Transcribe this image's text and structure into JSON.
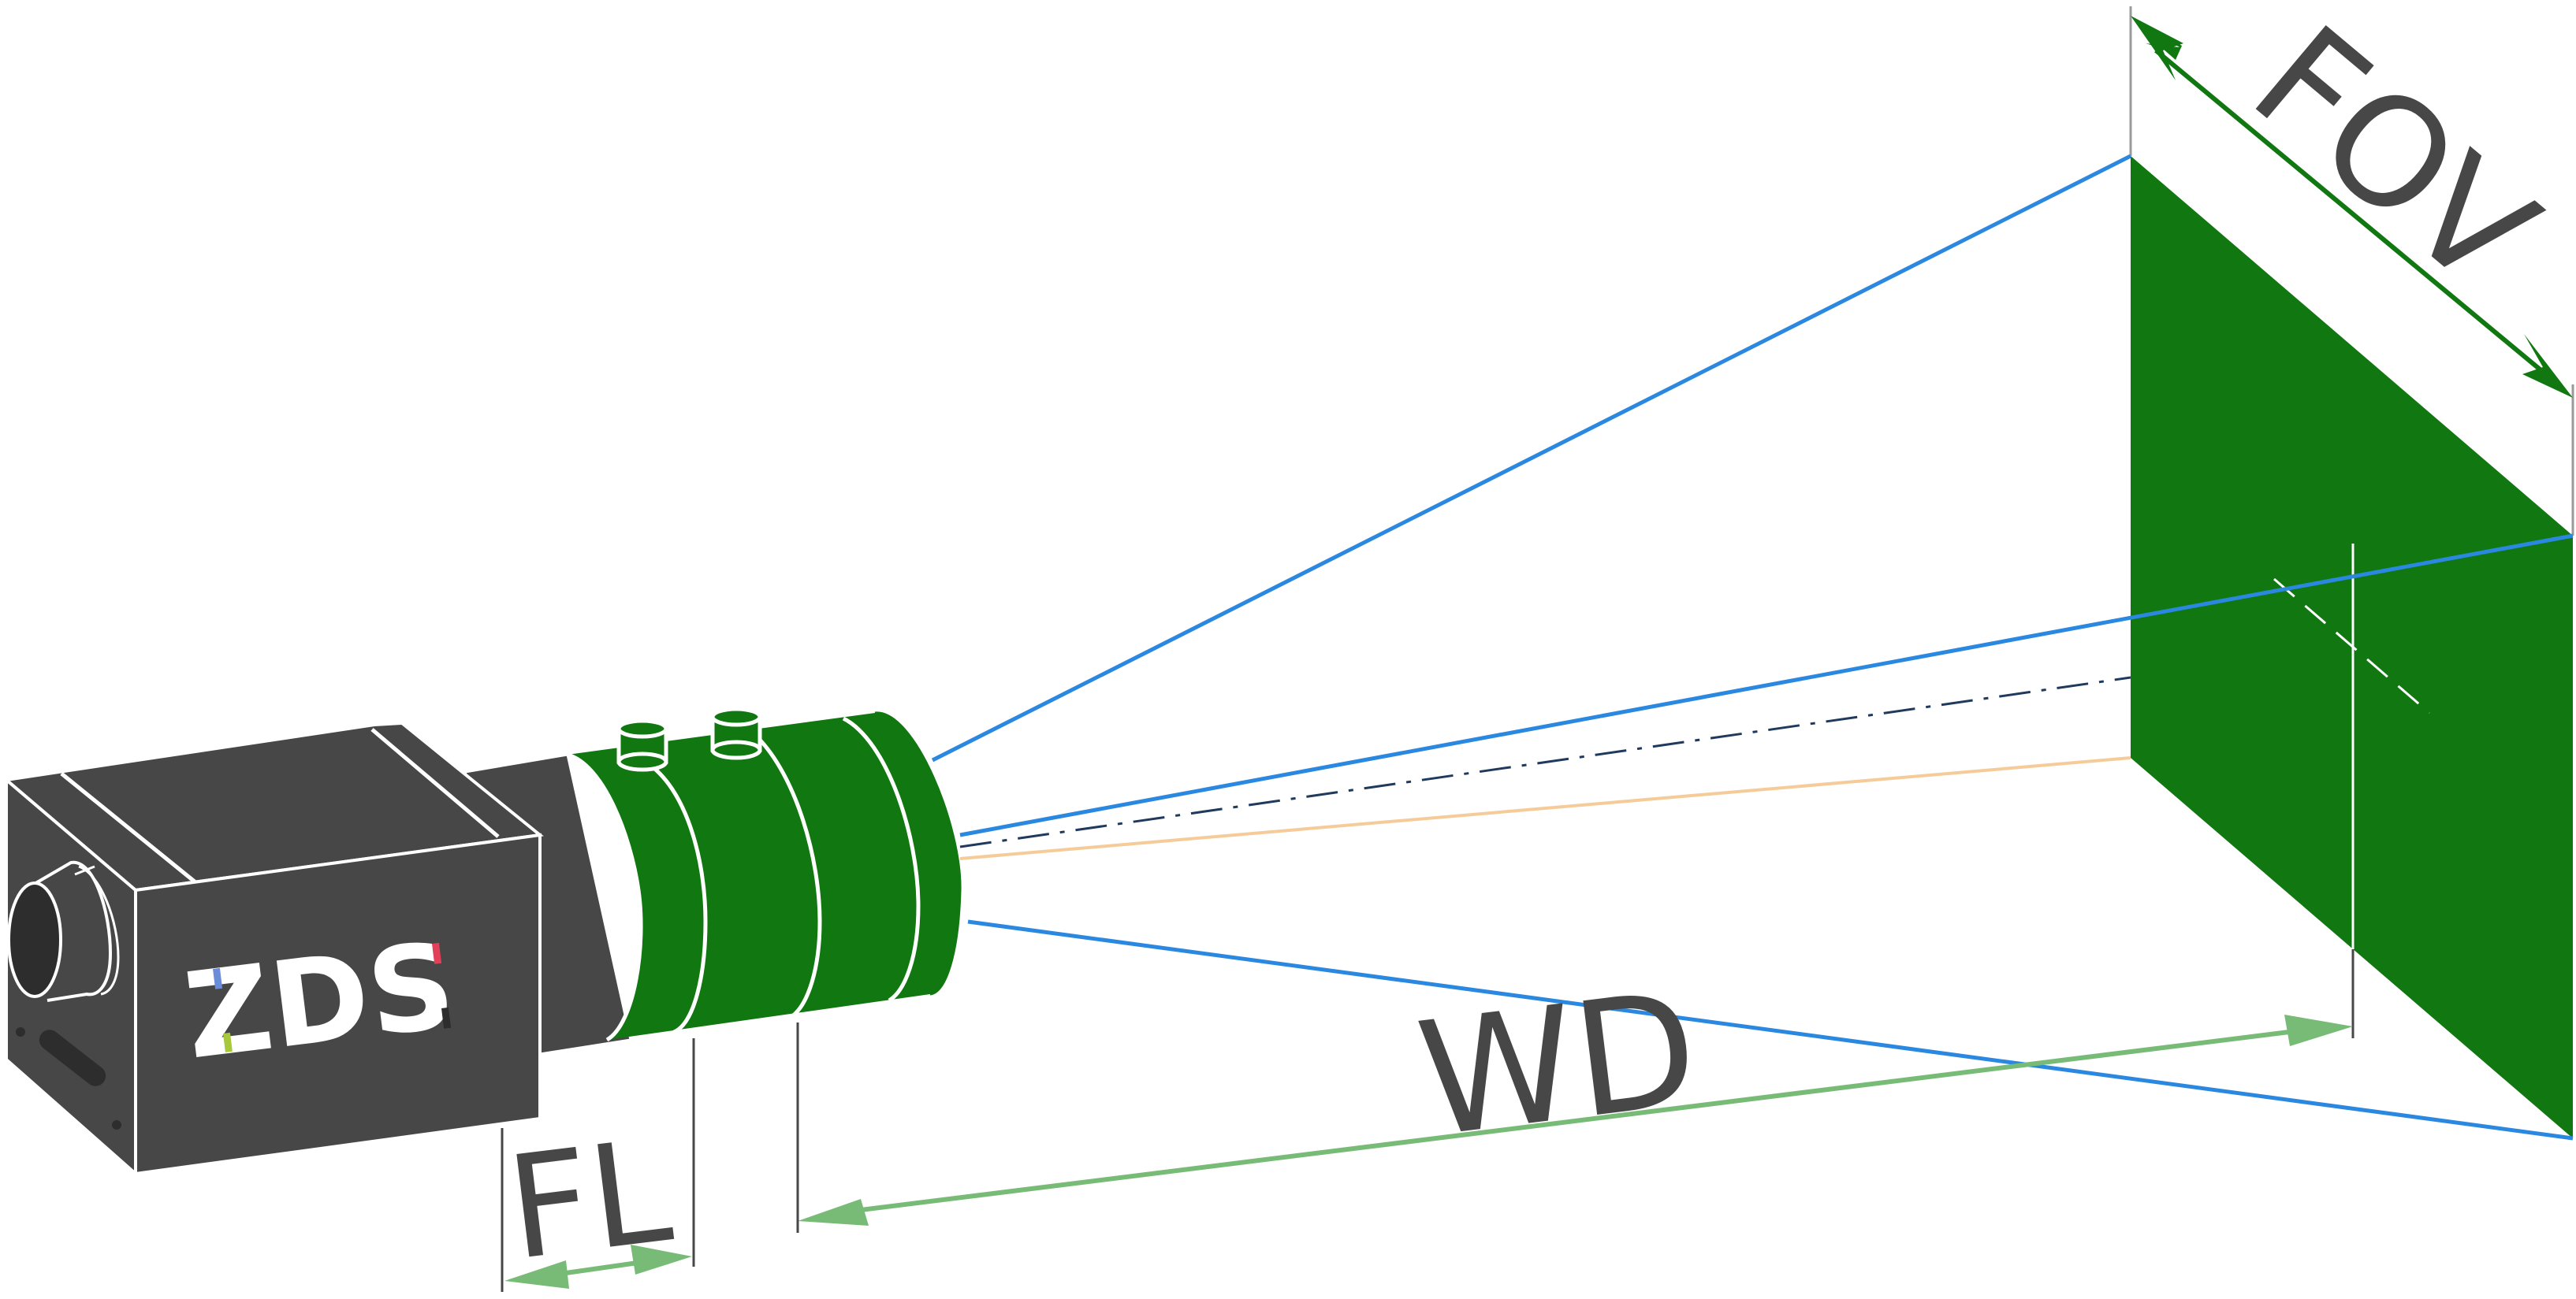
{
  "labels": {
    "fov": "FOV",
    "wd": "WD",
    "fl": "FL"
  },
  "camera": {
    "brand": "ZDS"
  },
  "colors": {
    "camera_body": "#474747",
    "lens": "#117711",
    "target_plane": "#117711",
    "fov_arrow": "#117711",
    "dimension_arrows": "#77bb77",
    "view_lines": "#2b88e0",
    "center_line": "#1f3a5c",
    "sensor_line": "#f5cc99",
    "label_text": "#474747",
    "logo_blue": "#6b8cd8",
    "logo_green": "#a6c83a",
    "logo_red": "#e0405a"
  },
  "icons": {
    "camera": "camera-body-icon",
    "lens": "lens-barrel-icon",
    "fov_arrow": "double-arrow-icon",
    "wd_arrow": "double-arrow-icon",
    "fl_arrow": "double-arrow-icon"
  }
}
